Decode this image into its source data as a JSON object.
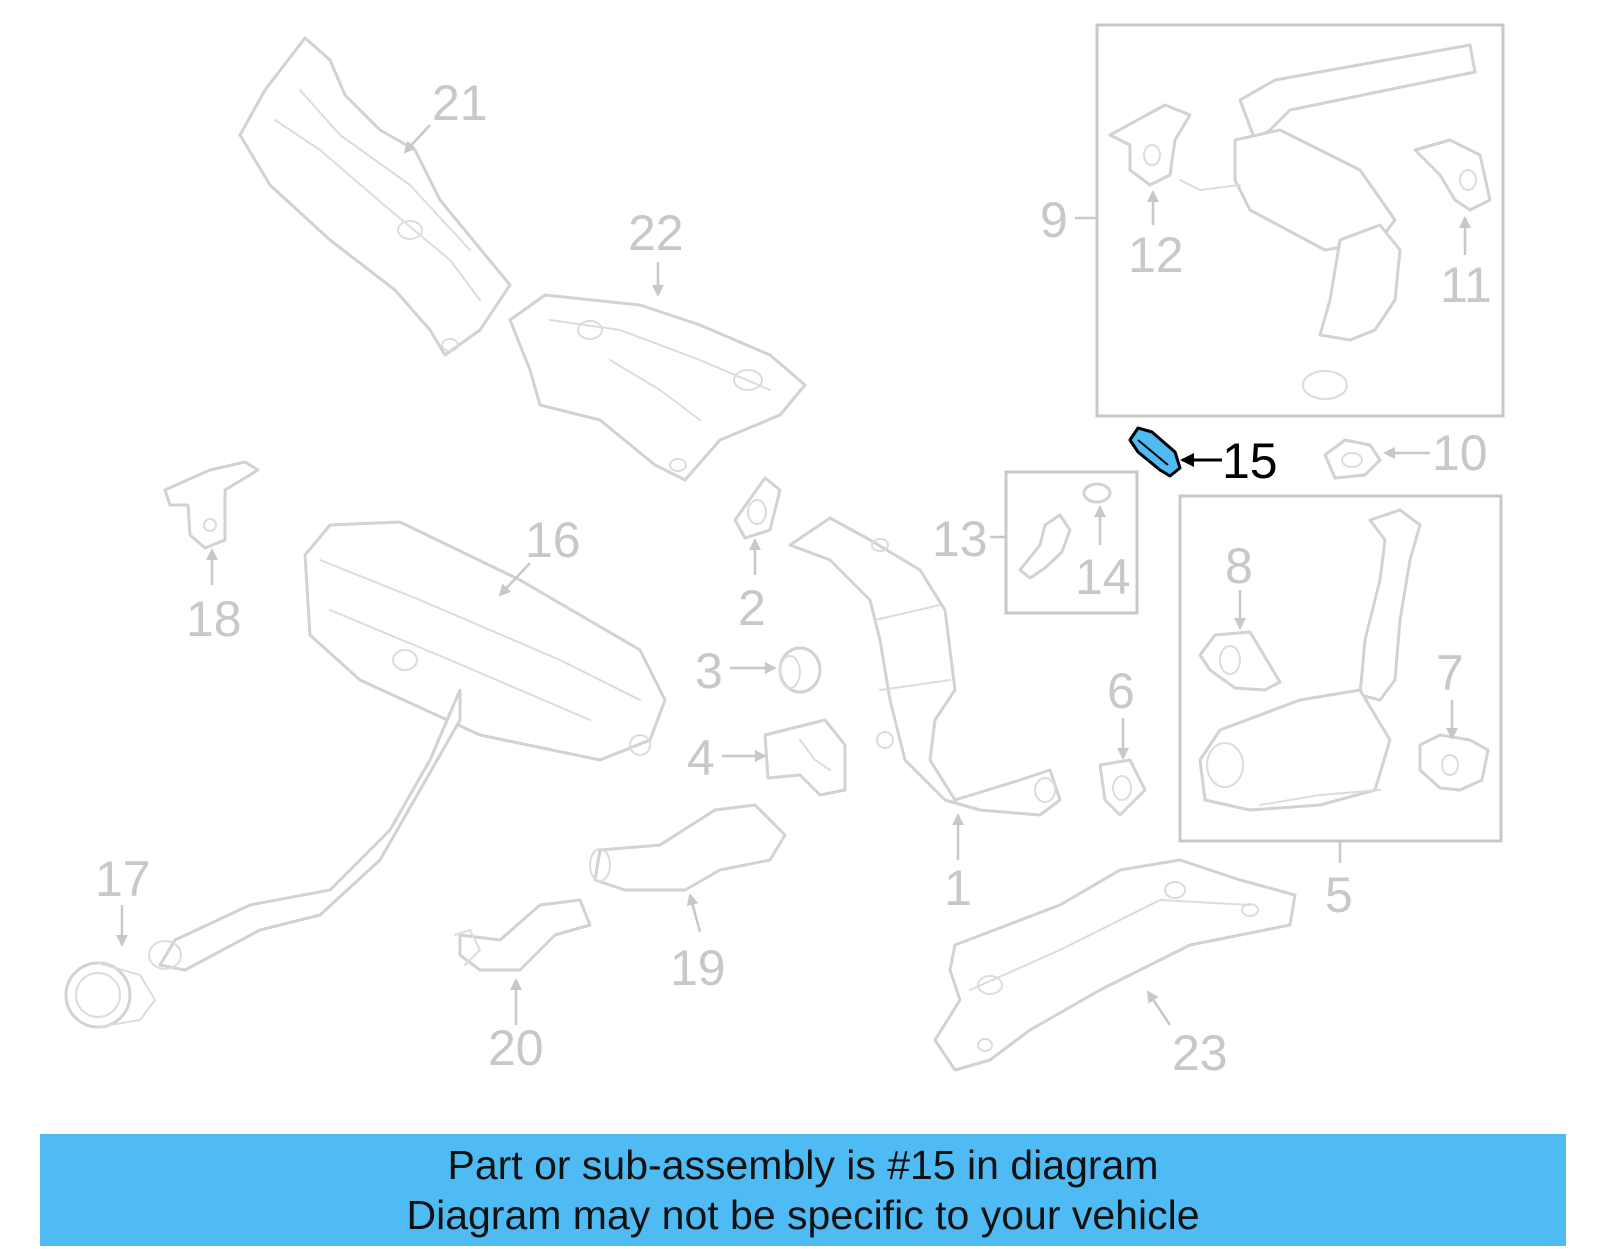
{
  "diagram": {
    "highlighted_part": "15",
    "callouts": [
      "1",
      "2",
      "3",
      "4",
      "5",
      "6",
      "7",
      "8",
      "9",
      "10",
      "11",
      "12",
      "13",
      "14",
      "15",
      "16",
      "17",
      "18",
      "19",
      "20",
      "21",
      "22",
      "23"
    ]
  },
  "banner": {
    "line1": "Part or sub-assembly is #15 in diagram",
    "line2": "Diagram may not be specific to your vehicle",
    "background": "#4ebbf4"
  },
  "colors": {
    "highlight_part": "#4ebbf4",
    "ghost_lines": "#d2d2d2",
    "ghost_text": "#c8c8c8"
  }
}
